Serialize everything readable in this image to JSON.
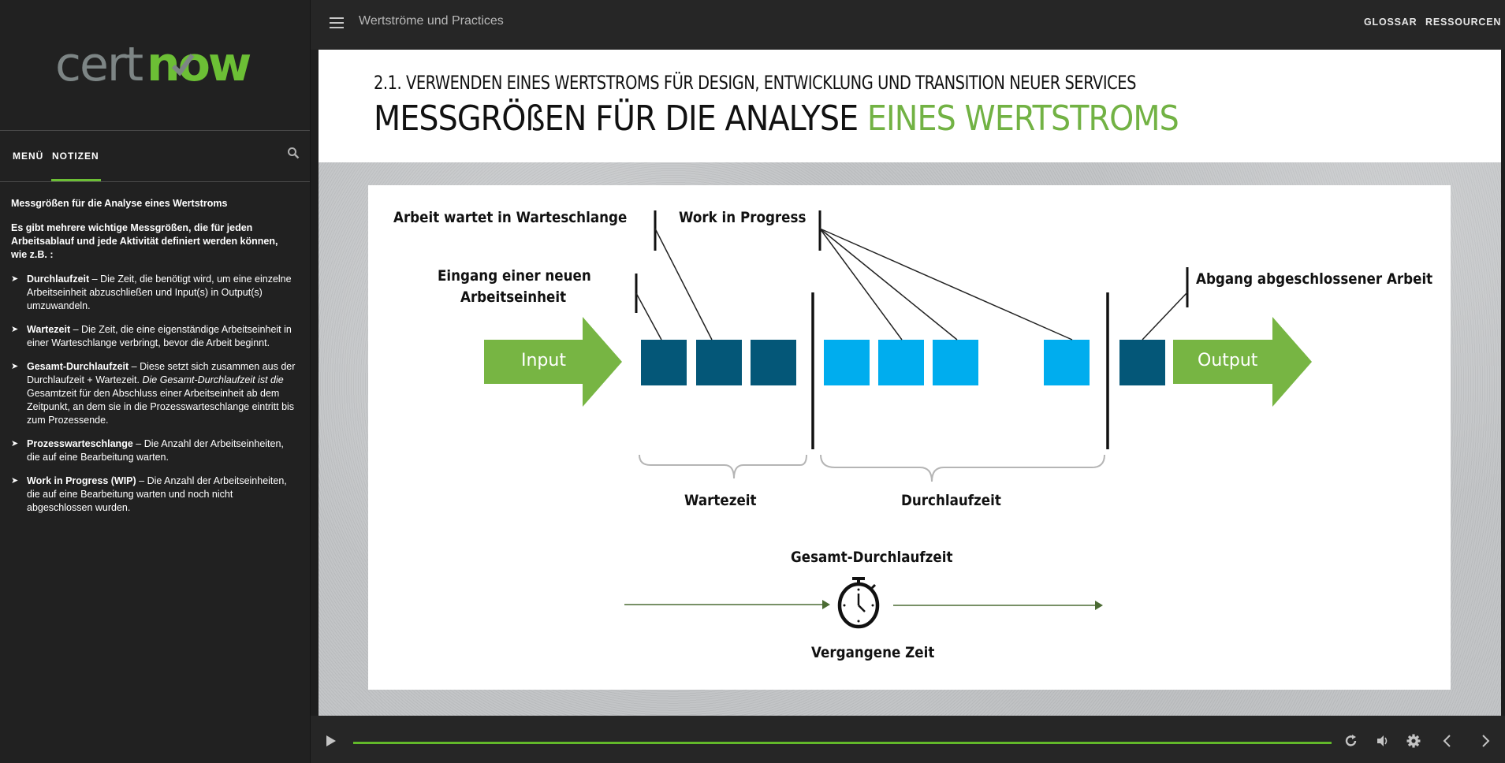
{
  "sidebar": {
    "logo": {
      "part1": "cert",
      "part2": "now",
      "color_gray": "#7d8585",
      "color_green": "#6cbf35"
    },
    "tabs": [
      {
        "label": "MENÜ",
        "active": false
      },
      {
        "label": "NOTIZEN",
        "active": true
      }
    ],
    "search_icon": "search-icon",
    "notes": {
      "title": "Messgrößen für die Analyse eines Wertstroms",
      "intro": "Es gibt mehrere wichtige Messgrößen, die für jeden Arbeitsablauf und jede Aktivität definiert werden können, wie z.B. :",
      "bullet_glyph": "➤",
      "items": [
        {
          "term": "Durchlaufzeit",
          "text": " – Die Zeit, die benötigt wird, um eine einzelne Arbeitseinheit abzuschließen und Input(s) in Output(s) umzuwandeln."
        },
        {
          "term": "Wartezeit",
          "text": " – Die Zeit, die eine eigenständige Arbeitseinheit in einer Warteschlange verbringt, bevor die Arbeit beginnt."
        },
        {
          "term": "Gesamt-Durchlaufzeit",
          "text": " – Diese setzt sich zusammen aus der Durchlaufzeit + Wartezeit. ",
          "italic": "Die Gesamt-Durchlaufzeit ist die",
          "text2": " Gesamtzeit für den Abschluss einer Arbeitseinheit ab dem Zeitpunkt, an dem sie in die Prozesswarteschlange eintritt bis zum Prozessende."
        },
        {
          "term": "Prozesswarteschlange",
          "text": " – Die Anzahl der Arbeitseinheiten, die auf eine Bearbeitung warten."
        },
        {
          "term": "Work in Progress (WIP)",
          "text": " – Die Anzahl der Arbeitseinheiten, die auf eine Bearbeitung warten und noch nicht abgeschlossen wurden."
        }
      ]
    }
  },
  "topbar": {
    "menu_icon": "hamburger-icon",
    "course_title": "Wertströme und Practices",
    "links": {
      "glossary": "GLOSSAR",
      "resources": "RESSOURCEN"
    }
  },
  "slide": {
    "subtitle": "2.1. VERWENDEN EINES WERTSTROMS FÜR DESIGN, ENTWICKLUNG UND TRANSITION NEUER SERVICES",
    "title_main": "MESSGRÖßEN FÜR DIE ANALYSE ",
    "title_accent": "EINES WERTSTROMS",
    "accent_color": "#72b244",
    "diagram": {
      "labels": {
        "queue_waiting": "Arbeit wartet in Warteschlange",
        "wip": "Work in Progress",
        "new_unit_line1": "Eingang einer neuen",
        "new_unit_line2": "Arbeitseinheit",
        "completed": "Abgang abgeschlossener Arbeit",
        "input": "Input",
        "output": "Output",
        "wait_time": "Wartezeit",
        "lead_time": "Durchlaufzeit",
        "total_time": "Gesamt-Durchlaufzeit",
        "elapsed": "Vergangene Zeit"
      },
      "colors": {
        "arrow_green": "#77b543",
        "queued_unit": "#045778",
        "wip_unit": "#00adee",
        "brace": "#b5b5b5",
        "timeline": "#4b6b33"
      },
      "queued_units": 3,
      "wip_units": 4,
      "completed_units": 1
    }
  },
  "player": {
    "progress_percent": 100,
    "progress_color": "#62b82a",
    "controls": [
      "play-icon",
      "replay-icon",
      "volume-icon",
      "settings-icon",
      "prev-icon",
      "next-icon"
    ]
  }
}
